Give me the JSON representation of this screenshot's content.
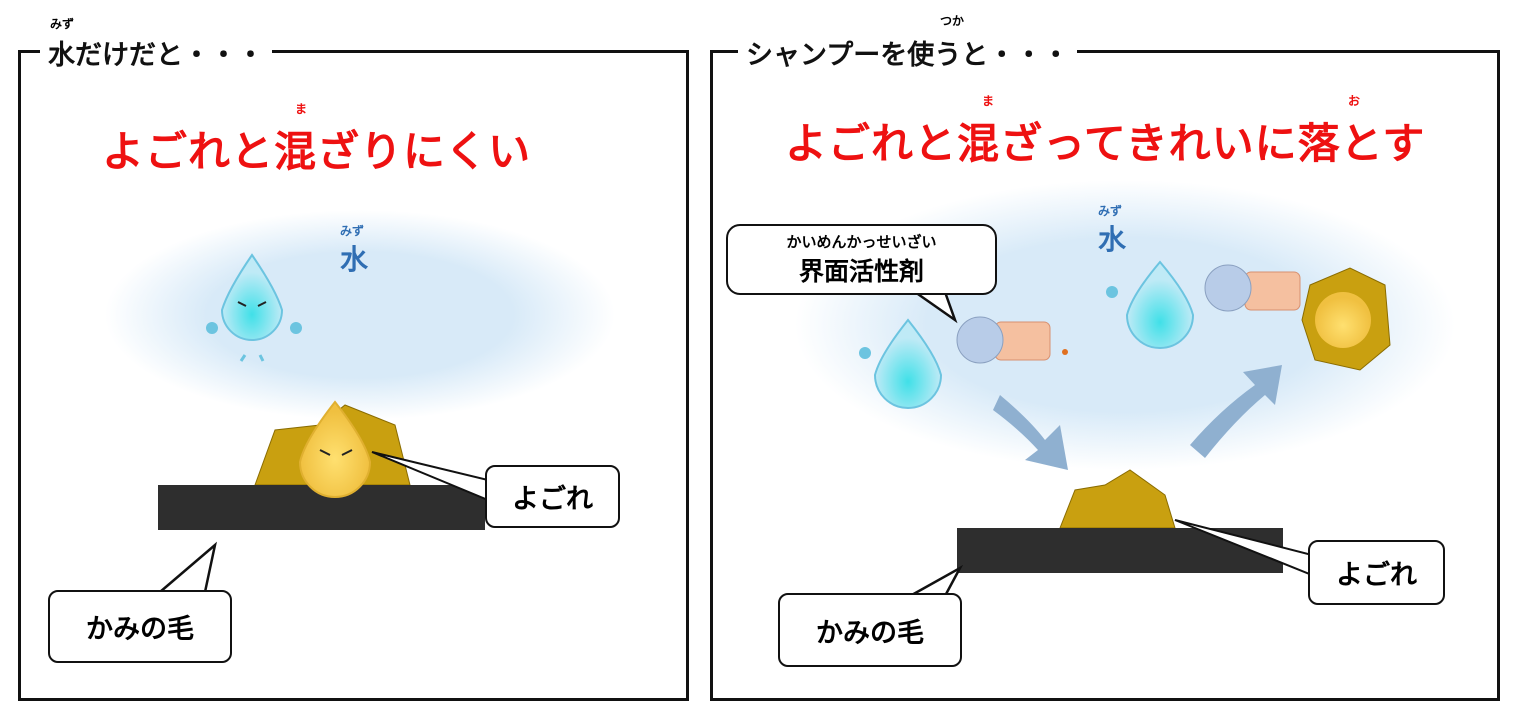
{
  "left_panel": {
    "title": "水だけだと・・・",
    "title_ruby": "みず",
    "headline": "よごれと混ざりにくい",
    "headline_ruby": "ま",
    "water_label": "水",
    "water_ruby": "みず",
    "dirt_callout": "よごれ",
    "hair_callout": "かみの毛"
  },
  "right_panel": {
    "title": "シャンプーを使うと・・・",
    "title_ruby": "つか",
    "headline": "よごれと混ざってきれいに落とす",
    "headline_ruby_1": "ま",
    "headline_ruby_2": "お",
    "water_label": "水",
    "water_ruby": "みず",
    "surfactant_label": "界面活性剤",
    "surfactant_ruby": "かいめんかっせいざい",
    "dirt_callout": "よごれ",
    "hair_callout": "かみの毛"
  },
  "colors": {
    "headline": "#ee1111",
    "water_text": "#2f6eb3",
    "water_cloud": "#dcecf8",
    "hair": "#2e2e2e",
    "dirt": "#c9a010"
  }
}
